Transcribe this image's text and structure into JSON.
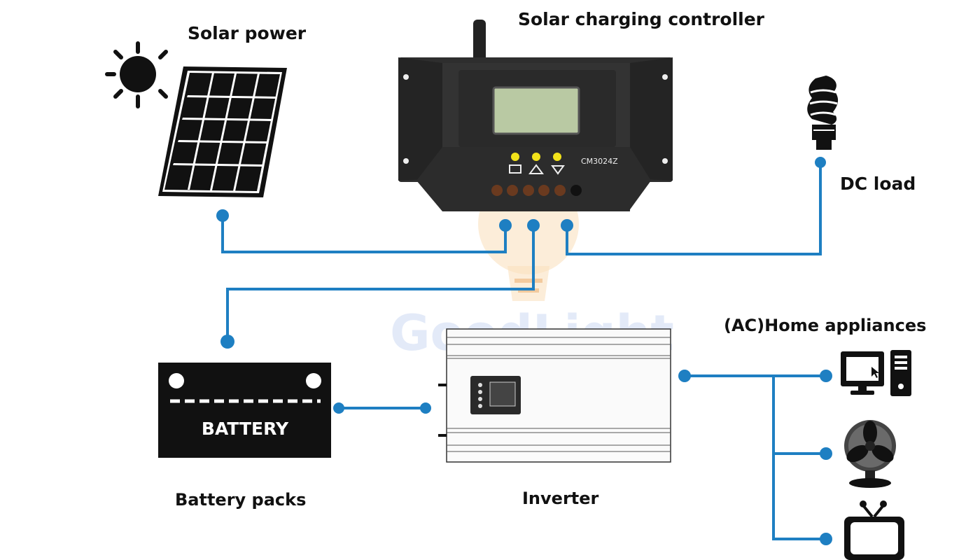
{
  "labels": {
    "solar_power": "Solar power",
    "controller": "Solar charging controller",
    "dc_load": "DC load",
    "ac_home": "(AC)Home appliances",
    "battery_packs": "Battery packs",
    "inverter": "Inverter"
  },
  "battery": {
    "text": "BATTERY"
  },
  "controller": {
    "model": "CM3024Z"
  },
  "watermark": {
    "text": "GoodLight"
  },
  "colors": {
    "wire": "#1e7fc2",
    "device": "#2a2a2a",
    "lcd": "#b9c9a3",
    "led": "#f2e21a",
    "watermark": "#c8d6f2",
    "watermark_bulb": "#f7c98a"
  },
  "icons": [
    "sun-icon",
    "solar-panel-icon",
    "bulb-icon",
    "battery-icon",
    "inverter-icon",
    "computer-icon",
    "fan-icon",
    "tv-icon"
  ]
}
